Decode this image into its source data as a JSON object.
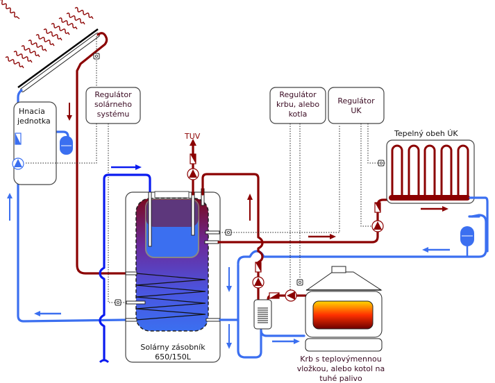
{
  "labels": {
    "drive_unit": [
      "Hnacia",
      "jednotka"
    ],
    "solar_controller": [
      "Regulátor",
      "solárneho",
      "systému"
    ],
    "boiler_controller": [
      "Regulátor",
      "krbu, alebo",
      "kotla"
    ],
    "heating_controller": [
      "Regulátor",
      "UK"
    ],
    "heating_circuit": "Tepelný obeh ÚK",
    "hot_water": "TUV",
    "tank": [
      "Solárny zásobník",
      "650/150L"
    ],
    "fireplace": [
      "Krb s teplovýmennou",
      "vložkou, alebo kotol na",
      "tuhé palivo"
    ]
  },
  "colors": {
    "hot_pipe": "#8b0000",
    "cold_pipe": "#3b6ff0",
    "feed_pipe": "#0a1bf0",
    "flame_top": "#ffd700",
    "flame_bottom": "#6b0000"
  },
  "icons": [
    "sun-ray-icon",
    "solar-collector-icon",
    "pump-icon",
    "check-valve-icon",
    "expansion-vessel-icon",
    "sensor-icon",
    "radiator-icon",
    "heat-exchanger-icon",
    "fireplace-icon",
    "flow-arrow-icon"
  ]
}
